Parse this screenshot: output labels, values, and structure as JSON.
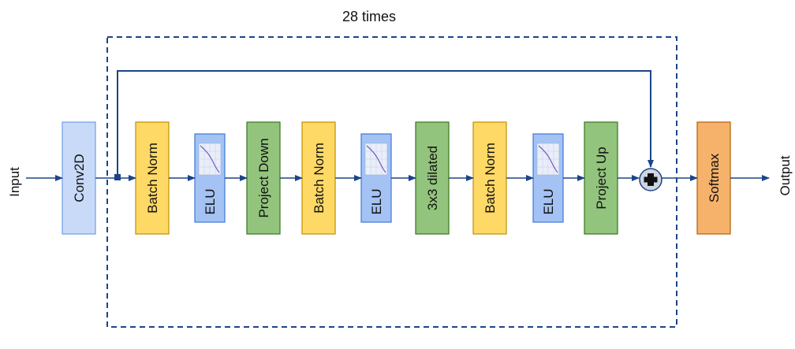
{
  "diagram": {
    "repeat_label": "28 times",
    "input_label": "Input",
    "output_label": "Output",
    "blocks": [
      {
        "id": "conv2d",
        "label": "Conv2D",
        "kind": "conv"
      },
      {
        "id": "bn1",
        "label": "Batch Norm",
        "kind": "bn"
      },
      {
        "id": "elu1",
        "label": "ELU",
        "kind": "elu"
      },
      {
        "id": "project-down",
        "label": "Project Down",
        "kind": "proj"
      },
      {
        "id": "bn2",
        "label": "Batch Norm",
        "kind": "bn"
      },
      {
        "id": "elu2",
        "label": "ELU",
        "kind": "elu"
      },
      {
        "id": "dilated",
        "label": "3x3 dilated",
        "kind": "proj"
      },
      {
        "id": "bn3",
        "label": "Batch Norm",
        "kind": "bn"
      },
      {
        "id": "elu3",
        "label": "ELU",
        "kind": "elu"
      },
      {
        "id": "project-up",
        "label": "Project Up",
        "kind": "proj"
      },
      {
        "id": "softmax",
        "label": "Softmax",
        "kind": "softmax"
      }
    ],
    "colors": {
      "conv": {
        "fill": "#c9daf8",
        "stroke": "#6d9eeb"
      },
      "bn": {
        "fill": "#ffd966",
        "stroke": "#bf9000"
      },
      "elu": {
        "fill": "#a4c2f4",
        "stroke": "#3c78d8"
      },
      "proj": {
        "fill": "#93c47d",
        "stroke": "#38761d"
      },
      "softmax": {
        "fill": "#f6b26b",
        "stroke": "#b45f06"
      },
      "arrow": "#1c4587",
      "dashed_box": "#1c4587",
      "add_node": "#cfd6e0"
    }
  }
}
